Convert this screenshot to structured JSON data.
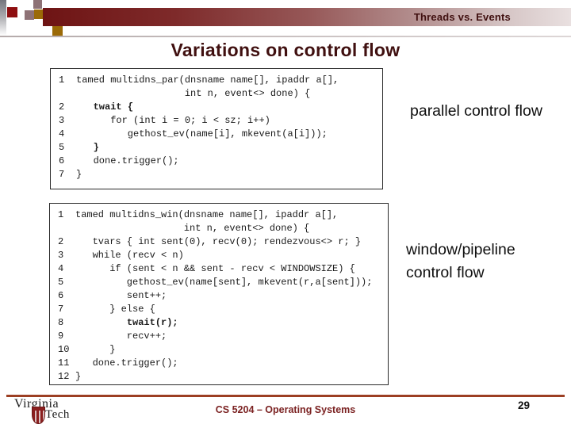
{
  "header": {
    "tag": "Threads vs. Events"
  },
  "title": "Variations on control flow",
  "annotations": {
    "parallel": "parallel control flow",
    "window": "window/pipeline control flow"
  },
  "code_blocks": [
    {
      "name": "multidns_par parallel control flow",
      "lines": [
        {
          "n": "1",
          "segs": [
            {
              "t": "tamed multidns_par(dnsname name[], ipaddr a[],",
              "b": false
            }
          ]
        },
        {
          "n": "",
          "segs": [
            {
              "t": "                   int n, event<> done) {",
              "b": false
            }
          ]
        },
        {
          "n": "2",
          "segs": [
            {
              "t": "   ",
              "b": false
            },
            {
              "t": "twait {",
              "b": true
            }
          ]
        },
        {
          "n": "3",
          "segs": [
            {
              "t": "      for (int i = 0; i < sz; i++)",
              "b": false
            }
          ]
        },
        {
          "n": "4",
          "segs": [
            {
              "t": "         gethost_ev(name[i], mkevent(a[i]));",
              "b": false
            }
          ]
        },
        {
          "n": "5",
          "segs": [
            {
              "t": "   ",
              "b": false
            },
            {
              "t": "}",
              "b": true
            }
          ]
        },
        {
          "n": "6",
          "segs": [
            {
              "t": "   done.trigger();",
              "b": false
            }
          ]
        },
        {
          "n": "7",
          "segs": [
            {
              "t": "}",
              "b": false
            }
          ]
        }
      ]
    },
    {
      "name": "multidns_win window/pipeline control flow",
      "lines": [
        {
          "n": "1",
          "segs": [
            {
              "t": "tamed multidns_win(dnsname name[], ipaddr a[],",
              "b": false
            }
          ]
        },
        {
          "n": "",
          "segs": [
            {
              "t": "                   int n, event<> done) {",
              "b": false
            }
          ]
        },
        {
          "n": "2",
          "segs": [
            {
              "t": "   tvars { int sent(0), recv(0); rendezvous<> r; }",
              "b": false
            }
          ]
        },
        {
          "n": "3",
          "segs": [
            {
              "t": "   while (recv < n)",
              "b": false
            }
          ]
        },
        {
          "n": "4",
          "segs": [
            {
              "t": "      if (sent < n && sent - recv < WINDOWSIZE) {",
              "b": false
            }
          ]
        },
        {
          "n": "5",
          "segs": [
            {
              "t": "         gethost_ev(name[sent], mkevent(r,a[sent]));",
              "b": false
            }
          ]
        },
        {
          "n": "6",
          "segs": [
            {
              "t": "         sent++;",
              "b": false
            }
          ]
        },
        {
          "n": "7",
          "segs": [
            {
              "t": "      } else {",
              "b": false
            }
          ]
        },
        {
          "n": "8",
          "segs": [
            {
              "t": "         ",
              "b": false
            },
            {
              "t": "twait(r);",
              "b": true
            }
          ]
        },
        {
          "n": "9",
          "segs": [
            {
              "t": "         recv++;",
              "b": false
            }
          ]
        },
        {
          "n": "10",
          "segs": [
            {
              "t": "      }",
              "b": false
            }
          ]
        },
        {
          "n": "11",
          "segs": [
            {
              "t": "   done.trigger();",
              "b": false
            }
          ]
        },
        {
          "n": "12",
          "segs": [
            {
              "t": "}",
              "b": false
            }
          ]
        }
      ]
    }
  ],
  "footer": {
    "course": "CS 5204 – Operating Systems",
    "page": "29"
  },
  "logo": {
    "line1": "Virginia",
    "line2": "Tech"
  },
  "colors": {
    "title_text": "#401010",
    "footer_text": "#7b2222",
    "footer_rule": "#9c3f23",
    "bar_dark": "#6e1414",
    "bar_light": "#e9e0e0",
    "square_red": "#8e0e10",
    "square_mauve": "#8e7276",
    "square_gold": "#9b6a07",
    "shield_maroon": "#8b1f1f"
  }
}
